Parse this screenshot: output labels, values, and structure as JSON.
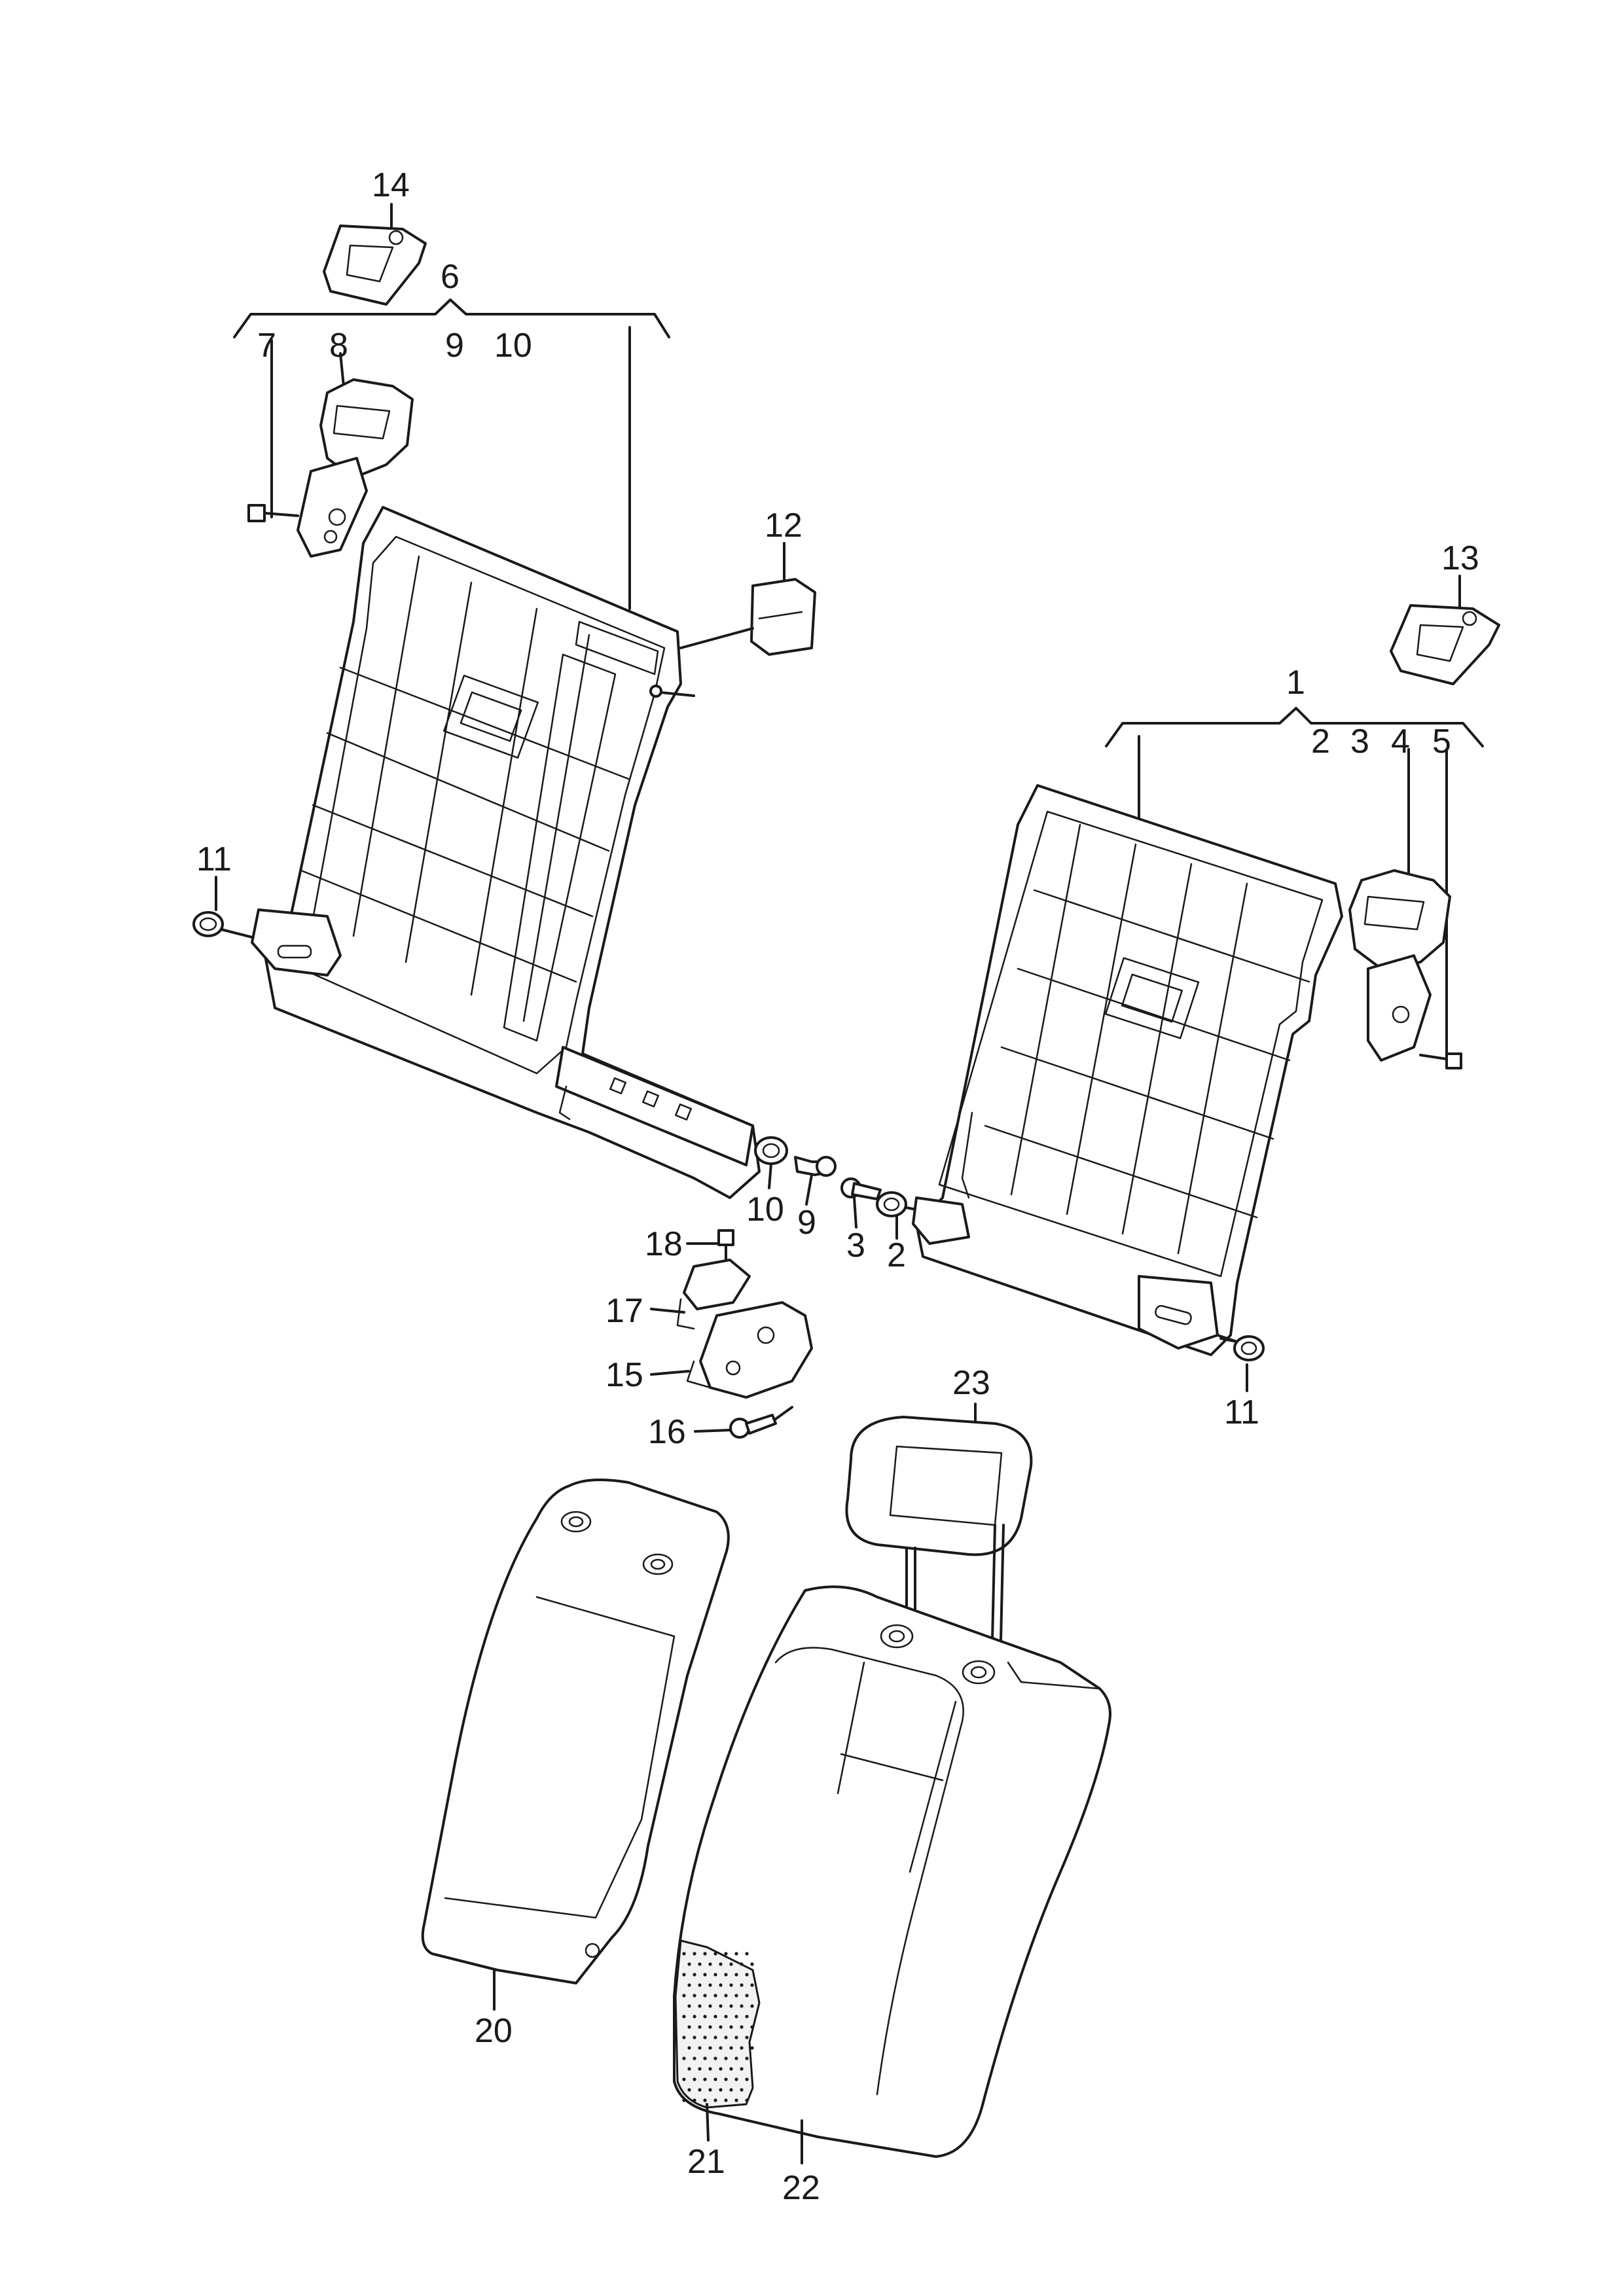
{
  "labels": {
    "l1": "1",
    "l2": "2",
    "l3": "3",
    "l4": "4",
    "l5": "5",
    "l6": "6",
    "l7": "7",
    "l8": "8",
    "l9": "9",
    "l10": "10",
    "l11": "11",
    "l12": "12",
    "l13": "13",
    "l14": "14",
    "l15": "15",
    "l16": "16",
    "l17": "17",
    "l18": "18",
    "l20": "20",
    "l21": "21",
    "l22": "22",
    "l23": "23"
  },
  "colors": {
    "line": "#1a1a1a",
    "background": "#ffffff",
    "fill": "#f2f2f2"
  }
}
